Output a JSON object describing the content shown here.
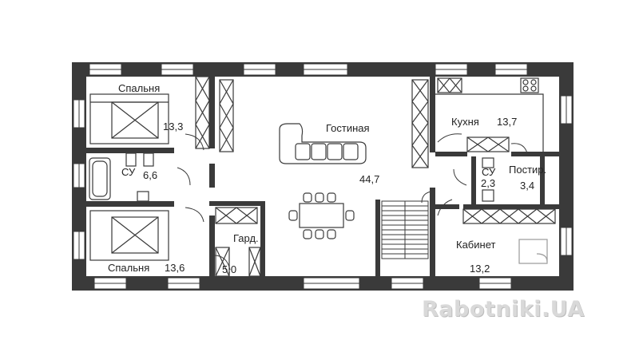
{
  "rooms": {
    "bedroom_top": {
      "name": "Спальня",
      "area": "13,3"
    },
    "bathroom_left": {
      "name": "СУ",
      "area": "6,6"
    },
    "bedroom_bottom": {
      "name": "Спальня",
      "area": "13,6"
    },
    "dressing": {
      "name": "Гард.",
      "area": "5,0"
    },
    "living": {
      "name": "Гостиная",
      "area": "44,7"
    },
    "kitchen": {
      "name": "Кухня",
      "area": "13,7"
    },
    "bathroom_right": {
      "name": "СУ",
      "area": "2,3"
    },
    "laundry": {
      "name": "Постир.",
      "area": "3,4"
    },
    "office": {
      "name": "Кабинет",
      "area": "13,2"
    }
  },
  "watermark": "Rabotniki.UA",
  "colors": {
    "wall": "#3a3a3a",
    "window": "#ffffff",
    "furniture": "#555555"
  }
}
